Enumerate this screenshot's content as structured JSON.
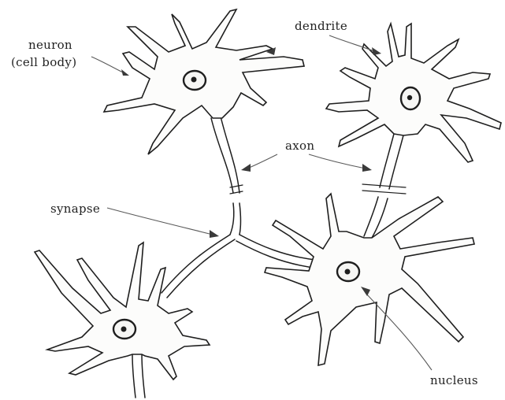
{
  "diagram": {
    "labels": {
      "neuron_line1": "neuron",
      "neuron_line2": "(cell body)",
      "dendrite": "dendrite",
      "axon": "axon",
      "synapse": "synapse",
      "nucleus": "nucleus"
    },
    "colors": {
      "ink": "#1e1e1e",
      "background": "#ffffff"
    }
  }
}
